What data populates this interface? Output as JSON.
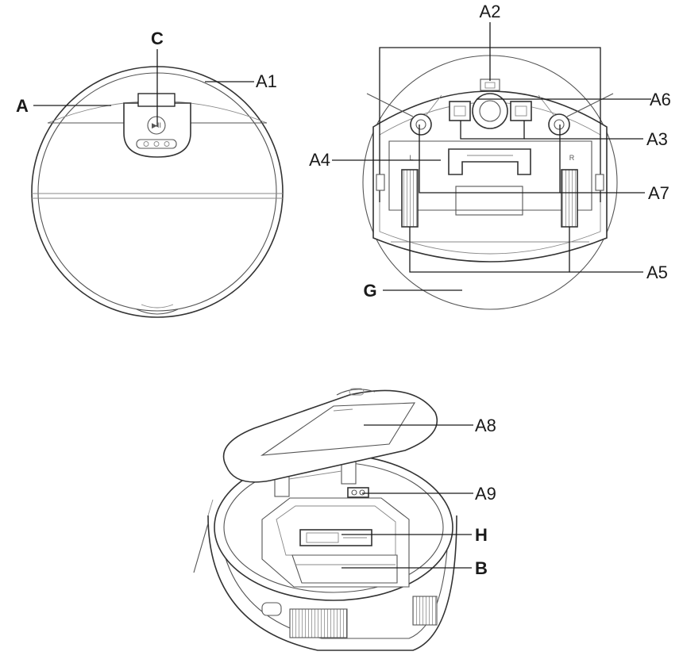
{
  "diagram": {
    "top_view": {
      "labels": {
        "A": "A",
        "A1": "A1",
        "C": "C"
      },
      "button_glyph": "▶II"
    },
    "bottom_view": {
      "labels": {
        "A2": "A2",
        "A3": "A3",
        "A4": "A4",
        "A5": "A5",
        "A6": "A6",
        "A7": "A7",
        "G": "G"
      },
      "wheel_marks": {
        "left": "L",
        "right": "R"
      }
    },
    "open_view": {
      "labels": {
        "A8": "A8",
        "A9": "A9",
        "H": "H",
        "B": "B"
      }
    }
  }
}
